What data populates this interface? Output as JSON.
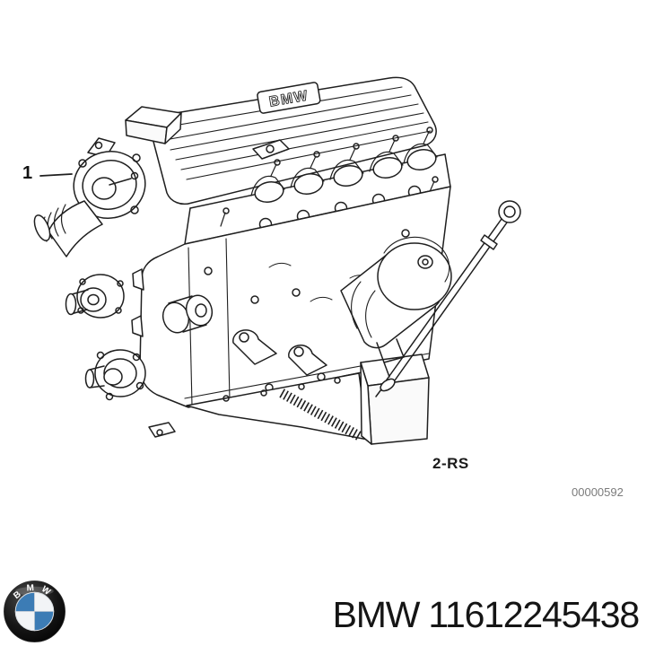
{
  "colors": {
    "background": "#ffffff",
    "line_art": "#1f1f1f",
    "callout_text": "#111111",
    "variant_text": "#1a1a1a",
    "image_number_text": "#7b7b7b",
    "part_text": "#151515",
    "logo_ring": "#0d0d0d",
    "logo_blue": "#3c7cb5",
    "logo_white": "#f2f4f6",
    "logo_letters": "#ffffff"
  },
  "diagram": {
    "callout_label": "1",
    "valve_cover_text": "BMW",
    "variant_code": "2-RS",
    "image_number": "00000592"
  },
  "footer": {
    "logo_letters": "BMW",
    "part_text": "BMW 11612245438"
  }
}
